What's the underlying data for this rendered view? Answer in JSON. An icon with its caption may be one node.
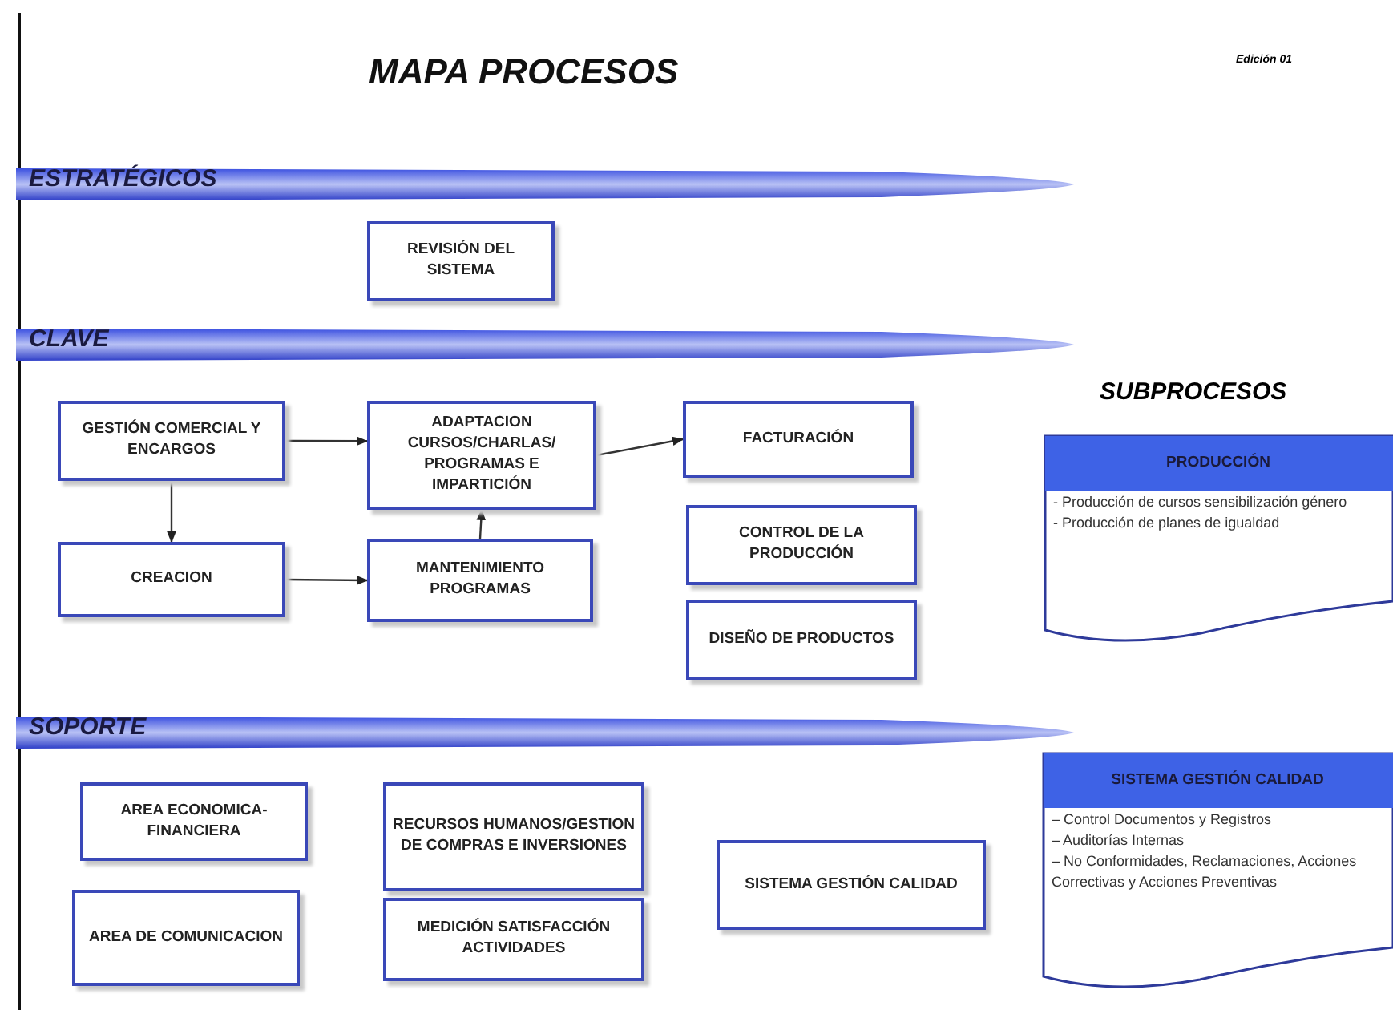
{
  "diagram": {
    "title": "MAPA PROCESOS",
    "nodes": [
      {
        "text": [
          "ESTRATÉGICOS"
        ]
      },
      {
        "text": [
          "REVISIÓN DEL SISTEMA"
        ]
      },
      {
        "text": [
          "CLAVE"
        ]
      },
      {
        "text": [
          "GESTIÓN COMERCIAL Y ENCARGOS"
        ]
      },
      {
        "text": [
          "ADAPTACION CURSOS/CHARLAS/ PROGRAMAS E IMPARTICIÓN"
        ]
      },
      {
        "text": [
          "FACTURACIÓN"
        ]
      },
      {
        "text": [
          "CREACION"
        ]
      },
      {
        "text": [
          "MANTENIMIENTO PROGRAMAS"
        ]
      },
      {
        "text": [
          "CONTROL DE LA PRODUCCIÓN"
        ]
      },
      {
        "text": [
          "DISEÑO DE PRODUCTOS"
        ]
      },
      {
        "text": [
          "PRODUCCIÓN",
          "- Producción de cursos sensibilización género",
          "- Producción de planes de igualdad"
        ]
      },
      {
        "text": [
          "SOPORTE"
        ]
      },
      {
        "text": [
          "AREA ECONOMICA-FINANCIERA"
        ]
      },
      {
        "text": [
          "AREA DE COMUNICACION"
        ]
      },
      {
        "text": [
          "RECURSOS HUMANOS/GESTION DE COMPRAS E INVERSIONES"
        ]
      },
      {
        "text": [
          "MEDICIÓN SATISFACCIÓN ACTIVIDADES"
        ]
      },
      {
        "text": [
          "SISTEMA GESTIÓN CALIDAD"
        ]
      },
      {
        "text": [
          "SISTEMA GESTIÓN CALIDAD",
          "– Control Documentos y Registros",
          "– Auditorías Internas",
          "– No Conformidades, Reclamaciones, Acciones Correctivas y Acciones Preventivas"
        ]
      }
    ],
    "edges": [
      {
        "from": 3,
        "to": 4,
        "arrow": "to"
      },
      {
        "from": 4,
        "to": 5,
        "arrow": "to"
      },
      {
        "from": 3,
        "to": 6,
        "arrow": "to"
      },
      {
        "from": 6,
        "to": 7,
        "arrow": "to"
      },
      {
        "from": 7,
        "to": 4,
        "arrow": "to"
      }
    ],
    "labels": [
      "Edición 01",
      "SUBPROCESOS"
    ]
  }
}
